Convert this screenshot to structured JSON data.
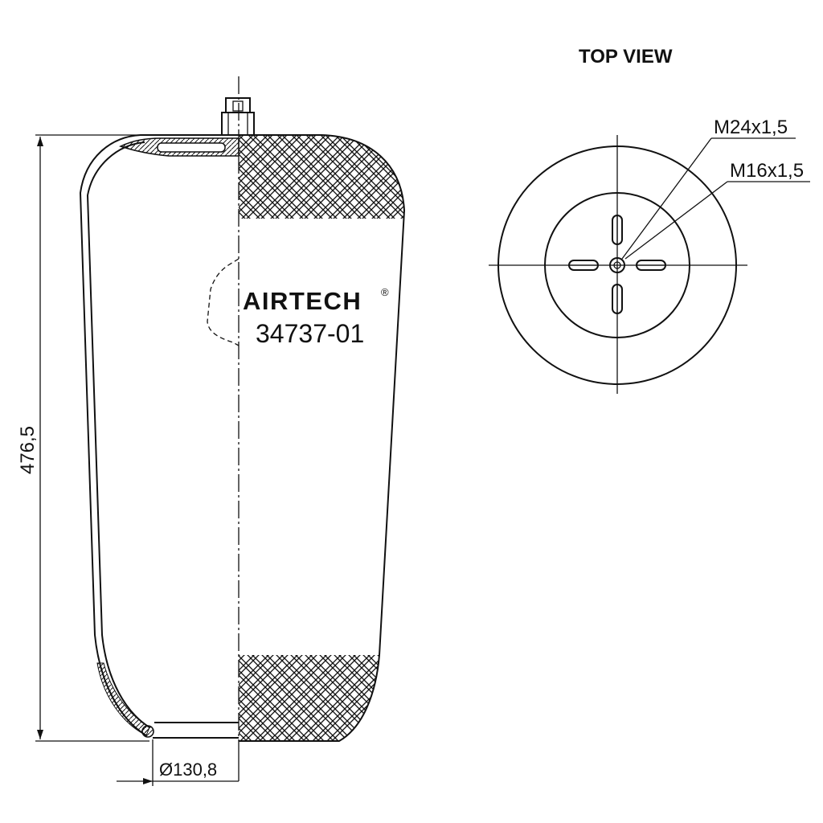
{
  "colors": {
    "line": "#111111",
    "background": "#ffffff"
  },
  "top_view": {
    "title": "TOP VIEW",
    "thread_large": "M24x1,5",
    "thread_small": "M16x1,5"
  },
  "side_view": {
    "brand": "AIRTECH",
    "brand_mark": "®",
    "part_number": "34737-01",
    "height_dim": "476,5",
    "diameter_dim": "Ø130,8"
  }
}
